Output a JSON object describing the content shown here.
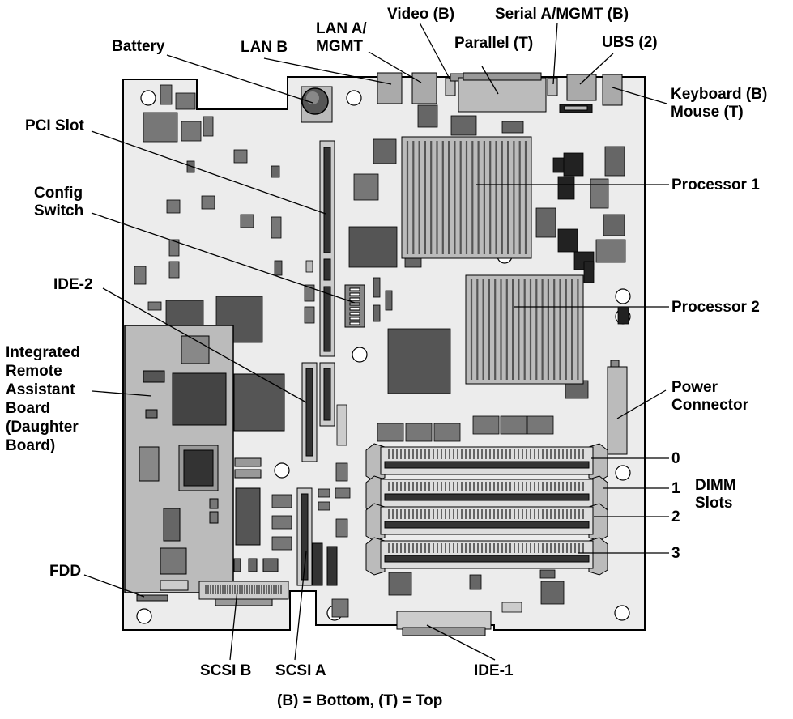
{
  "labels": {
    "battery": "Battery",
    "lan_b": "LAN B",
    "lan_a_mgmt": "LAN A/\nMGMT",
    "video": "Video (B)",
    "serial": "Serial A/MGMT (B)",
    "parallel": "Parallel (T)",
    "usb": "UBS (2)",
    "keyboard_mouse": "Keyboard (B)\nMouse (T)",
    "pci_slot": "PCI Slot",
    "config_switch": "Config\nSwitch",
    "processor1": "Processor 1",
    "ide2": "IDE-2",
    "processor2": "Processor 2",
    "integrated_board": "Integrated\nRemote\nAssistant\nBoard\n(Daughter\nBoard)",
    "power_connector": "Power\nConnector",
    "dimm0": "0",
    "dimm1": "1",
    "dimm2": "2",
    "dimm3": "3",
    "dimm_slots": "DIMM\nSlots",
    "fdd": "FDD",
    "scsi_b": "SCSI B",
    "scsi_a": "SCSI A",
    "ide1": "IDE-1",
    "legend": "(B) = Bottom, (T) = Top"
  }
}
